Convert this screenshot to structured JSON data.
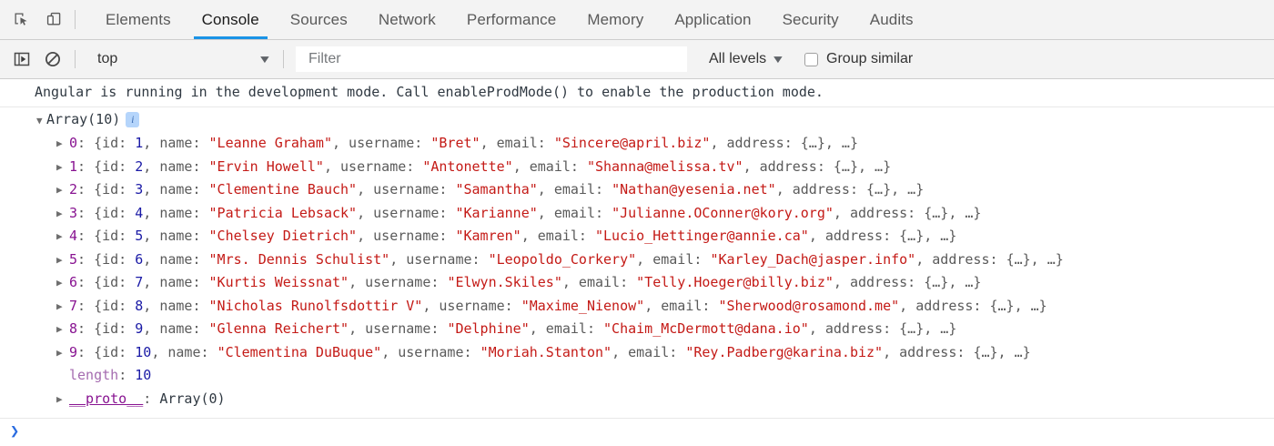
{
  "toolbar_icons": {
    "inspect": "inspect-element-icon",
    "device": "device-toolbar-icon"
  },
  "tabs": [
    {
      "label": "Elements",
      "active": false
    },
    {
      "label": "Console",
      "active": true
    },
    {
      "label": "Sources",
      "active": false
    },
    {
      "label": "Network",
      "active": false
    },
    {
      "label": "Performance",
      "active": false
    },
    {
      "label": "Memory",
      "active": false
    },
    {
      "label": "Application",
      "active": false
    },
    {
      "label": "Security",
      "active": false
    },
    {
      "label": "Audits",
      "active": false
    }
  ],
  "filterbar": {
    "sidebar_toggle_icon": "console-sidebar-icon",
    "clear_icon": "clear-console-icon",
    "context": "top",
    "context_caret": "▼",
    "filter_placeholder": "Filter",
    "filter_value": "",
    "levels_label": "All levels",
    "levels_caret": "▼",
    "group_similar_label": "Group similar",
    "group_similar_checked": false
  },
  "console": {
    "message": "Angular is running in the development mode. Call enableProdMode() to enable the production mode.",
    "object_header": "Array(10)",
    "object_expanded": true,
    "info_badge": "i",
    "rows": [
      {
        "index": "0",
        "id": "1",
        "name": "Leanne Graham",
        "username": "Bret",
        "email": "Sincere@april.biz"
      },
      {
        "index": "1",
        "id": "2",
        "name": "Ervin Howell",
        "username": "Antonette",
        "email": "Shanna@melissa.tv"
      },
      {
        "index": "2",
        "id": "3",
        "name": "Clementine Bauch",
        "username": "Samantha",
        "email": "Nathan@yesenia.net"
      },
      {
        "index": "3",
        "id": "4",
        "name": "Patricia Lebsack",
        "username": "Karianne",
        "email": "Julianne.OConner@kory.org"
      },
      {
        "index": "4",
        "id": "5",
        "name": "Chelsey Dietrich",
        "username": "Kamren",
        "email": "Lucio_Hettinger@annie.ca"
      },
      {
        "index": "5",
        "id": "6",
        "name": "Mrs. Dennis Schulist",
        "username": "Leopoldo_Corkery",
        "email": "Karley_Dach@jasper.info"
      },
      {
        "index": "6",
        "id": "7",
        "name": "Kurtis Weissnat",
        "username": "Elwyn.Skiles",
        "email": "Telly.Hoeger@billy.biz"
      },
      {
        "index": "7",
        "id": "8",
        "name": "Nicholas Runolfsdottir V",
        "username": "Maxime_Nienow",
        "email": "Sherwood@rosamond.me"
      },
      {
        "index": "8",
        "id": "9",
        "name": "Glenna Reichert",
        "username": "Delphine",
        "email": "Chaim_McDermott@dana.io"
      },
      {
        "index": "9",
        "id": "10",
        "name": "Clementina DuBuque",
        "username": "Moriah.Stanton",
        "email": "Rey.Padberg@karina.biz"
      }
    ],
    "tokens": {
      "open_brace": "{",
      "id_key": "id: ",
      "name_key": ", name: ",
      "username_key": ", username: ",
      "email_key": ", email: ",
      "address_key": ", address: ",
      "address_value": "{…}",
      "tail": ", …}",
      "colon": ": ",
      "quote": "\""
    },
    "length_key": "length",
    "length_value": "10",
    "proto_key": "__proto__",
    "proto_value": "Array(0)"
  },
  "prompt": {
    "chevron": "❯",
    "value": ""
  }
}
